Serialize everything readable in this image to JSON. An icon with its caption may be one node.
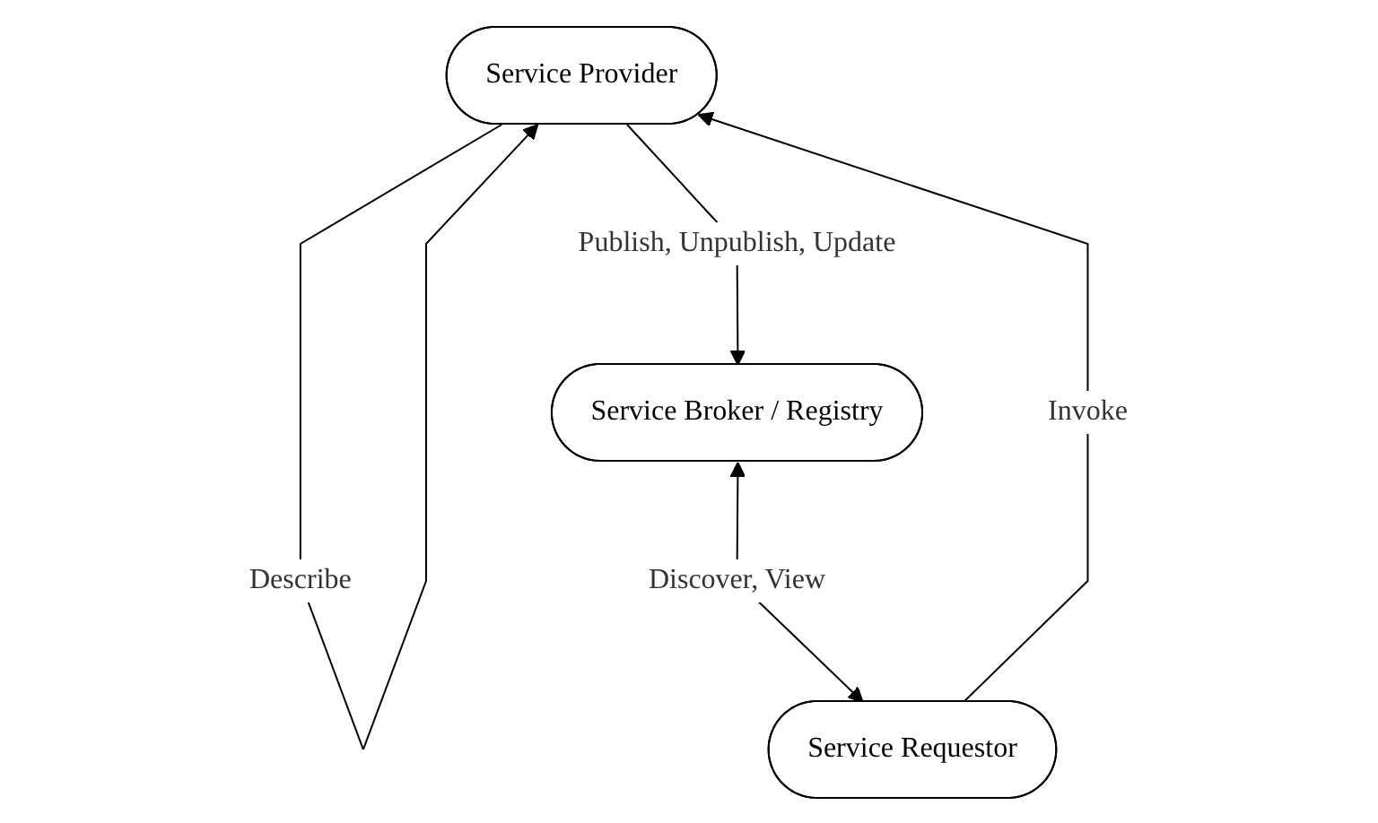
{
  "diagram": {
    "nodes": [
      {
        "text": [
          "Service Provider"
        ]
      },
      {
        "text": [
          "Service Broker / Registry"
        ]
      },
      {
        "text": [
          "Service Requestor"
        ]
      }
    ],
    "edges": [
      {
        "from": 0,
        "to": 0,
        "arrow": "to",
        "label": "Describe"
      },
      {
        "from": 0,
        "to": 1,
        "arrow": "to",
        "label": "Publish, Unpublish, Update"
      },
      {
        "from": 1,
        "to": 2,
        "arrow": "both",
        "label": "Discover, View"
      },
      {
        "from": 2,
        "to": 0,
        "arrow": "to",
        "label": "Invoke"
      }
    ]
  }
}
